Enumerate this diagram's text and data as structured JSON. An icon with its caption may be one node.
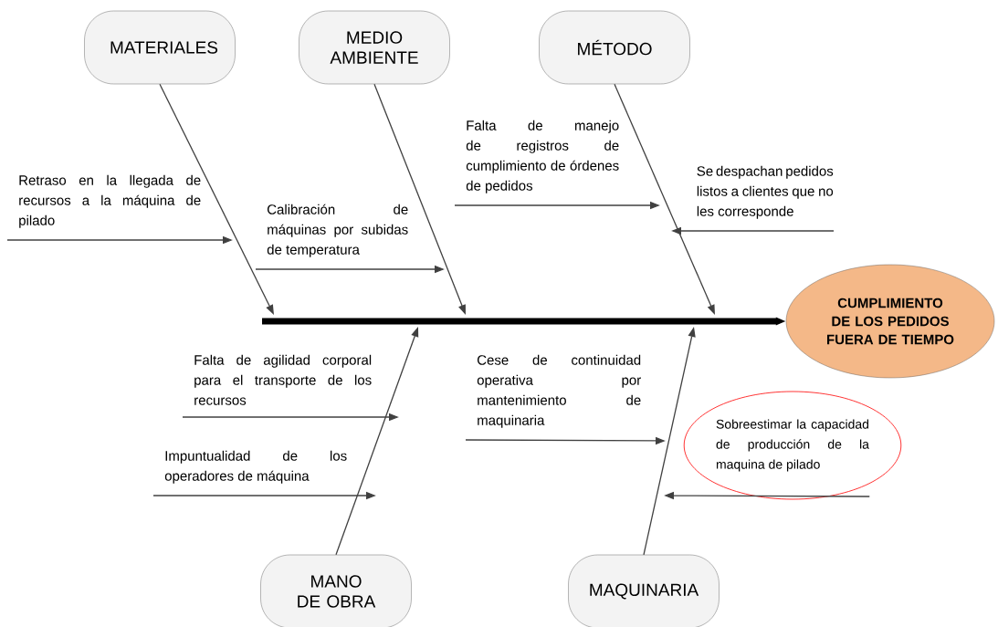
{
  "diagram": {
    "nodes": [
      {
        "text": [
          "MATERIALES"
        ]
      },
      {
        "text": [
          "MEDIO AMBIENTE"
        ]
      },
      {
        "text": [
          "MÉTODO"
        ]
      },
      {
        "text": [
          "MANO DE OBRA"
        ]
      },
      {
        "text": [
          "MAQUINARIA"
        ]
      },
      {
        "text": [
          "CUMPLIMIENTO DE LOS PEDIDOS FUERA DE TIEMPO"
        ]
      },
      {
        "text": [
          "Retraso en la llegada de recursos a la máquina de pilado"
        ]
      },
      {
        "text": [
          "Calibración de máquinas por subidas de temperatura"
        ]
      },
      {
        "text": [
          "Falta de manejo de registros de cumplimiento de órdenes de pedidos"
        ]
      },
      {
        "text": [
          "Se despachan pedidos listos a clientes que no les corresponde"
        ]
      },
      {
        "text": [
          "Falta de agilidad corporal para el transporte de los recursos"
        ]
      },
      {
        "text": [
          "Impuntualidad de los operadores de máquina"
        ]
      },
      {
        "text": [
          "Cese de continuidad operativa por mantenimiento de maquinaria"
        ]
      },
      {
        "text": [
          "Sobreestimar la capacidad de producción de la maquina de pilado"
        ]
      }
    ],
    "edges": [
      {
        "from": 0,
        "to": null,
        "arrow": "to"
      },
      {
        "from": 1,
        "to": null,
        "arrow": "to"
      },
      {
        "from": 2,
        "to": null,
        "arrow": "to"
      },
      {
        "from": 3,
        "to": null,
        "arrow": "to"
      },
      {
        "from": 4,
        "to": null,
        "arrow": "to"
      },
      {
        "from": null,
        "to": 5,
        "arrow": "to",
        "style": "thick",
        "color": "#000000"
      },
      {
        "from": 6,
        "to": null,
        "arrow": "to"
      },
      {
        "from": 7,
        "to": null,
        "arrow": "to"
      },
      {
        "from": 8,
        "to": null,
        "arrow": "to"
      },
      {
        "from": 9,
        "to": null,
        "arrow": "to"
      },
      {
        "from": 10,
        "to": null,
        "arrow": "to"
      },
      {
        "from": 11,
        "to": null,
        "arrow": "to"
      },
      {
        "from": 12,
        "to": null,
        "arrow": "to"
      },
      {
        "from": 13,
        "to": null,
        "arrow": "to"
      }
    ]
  }
}
